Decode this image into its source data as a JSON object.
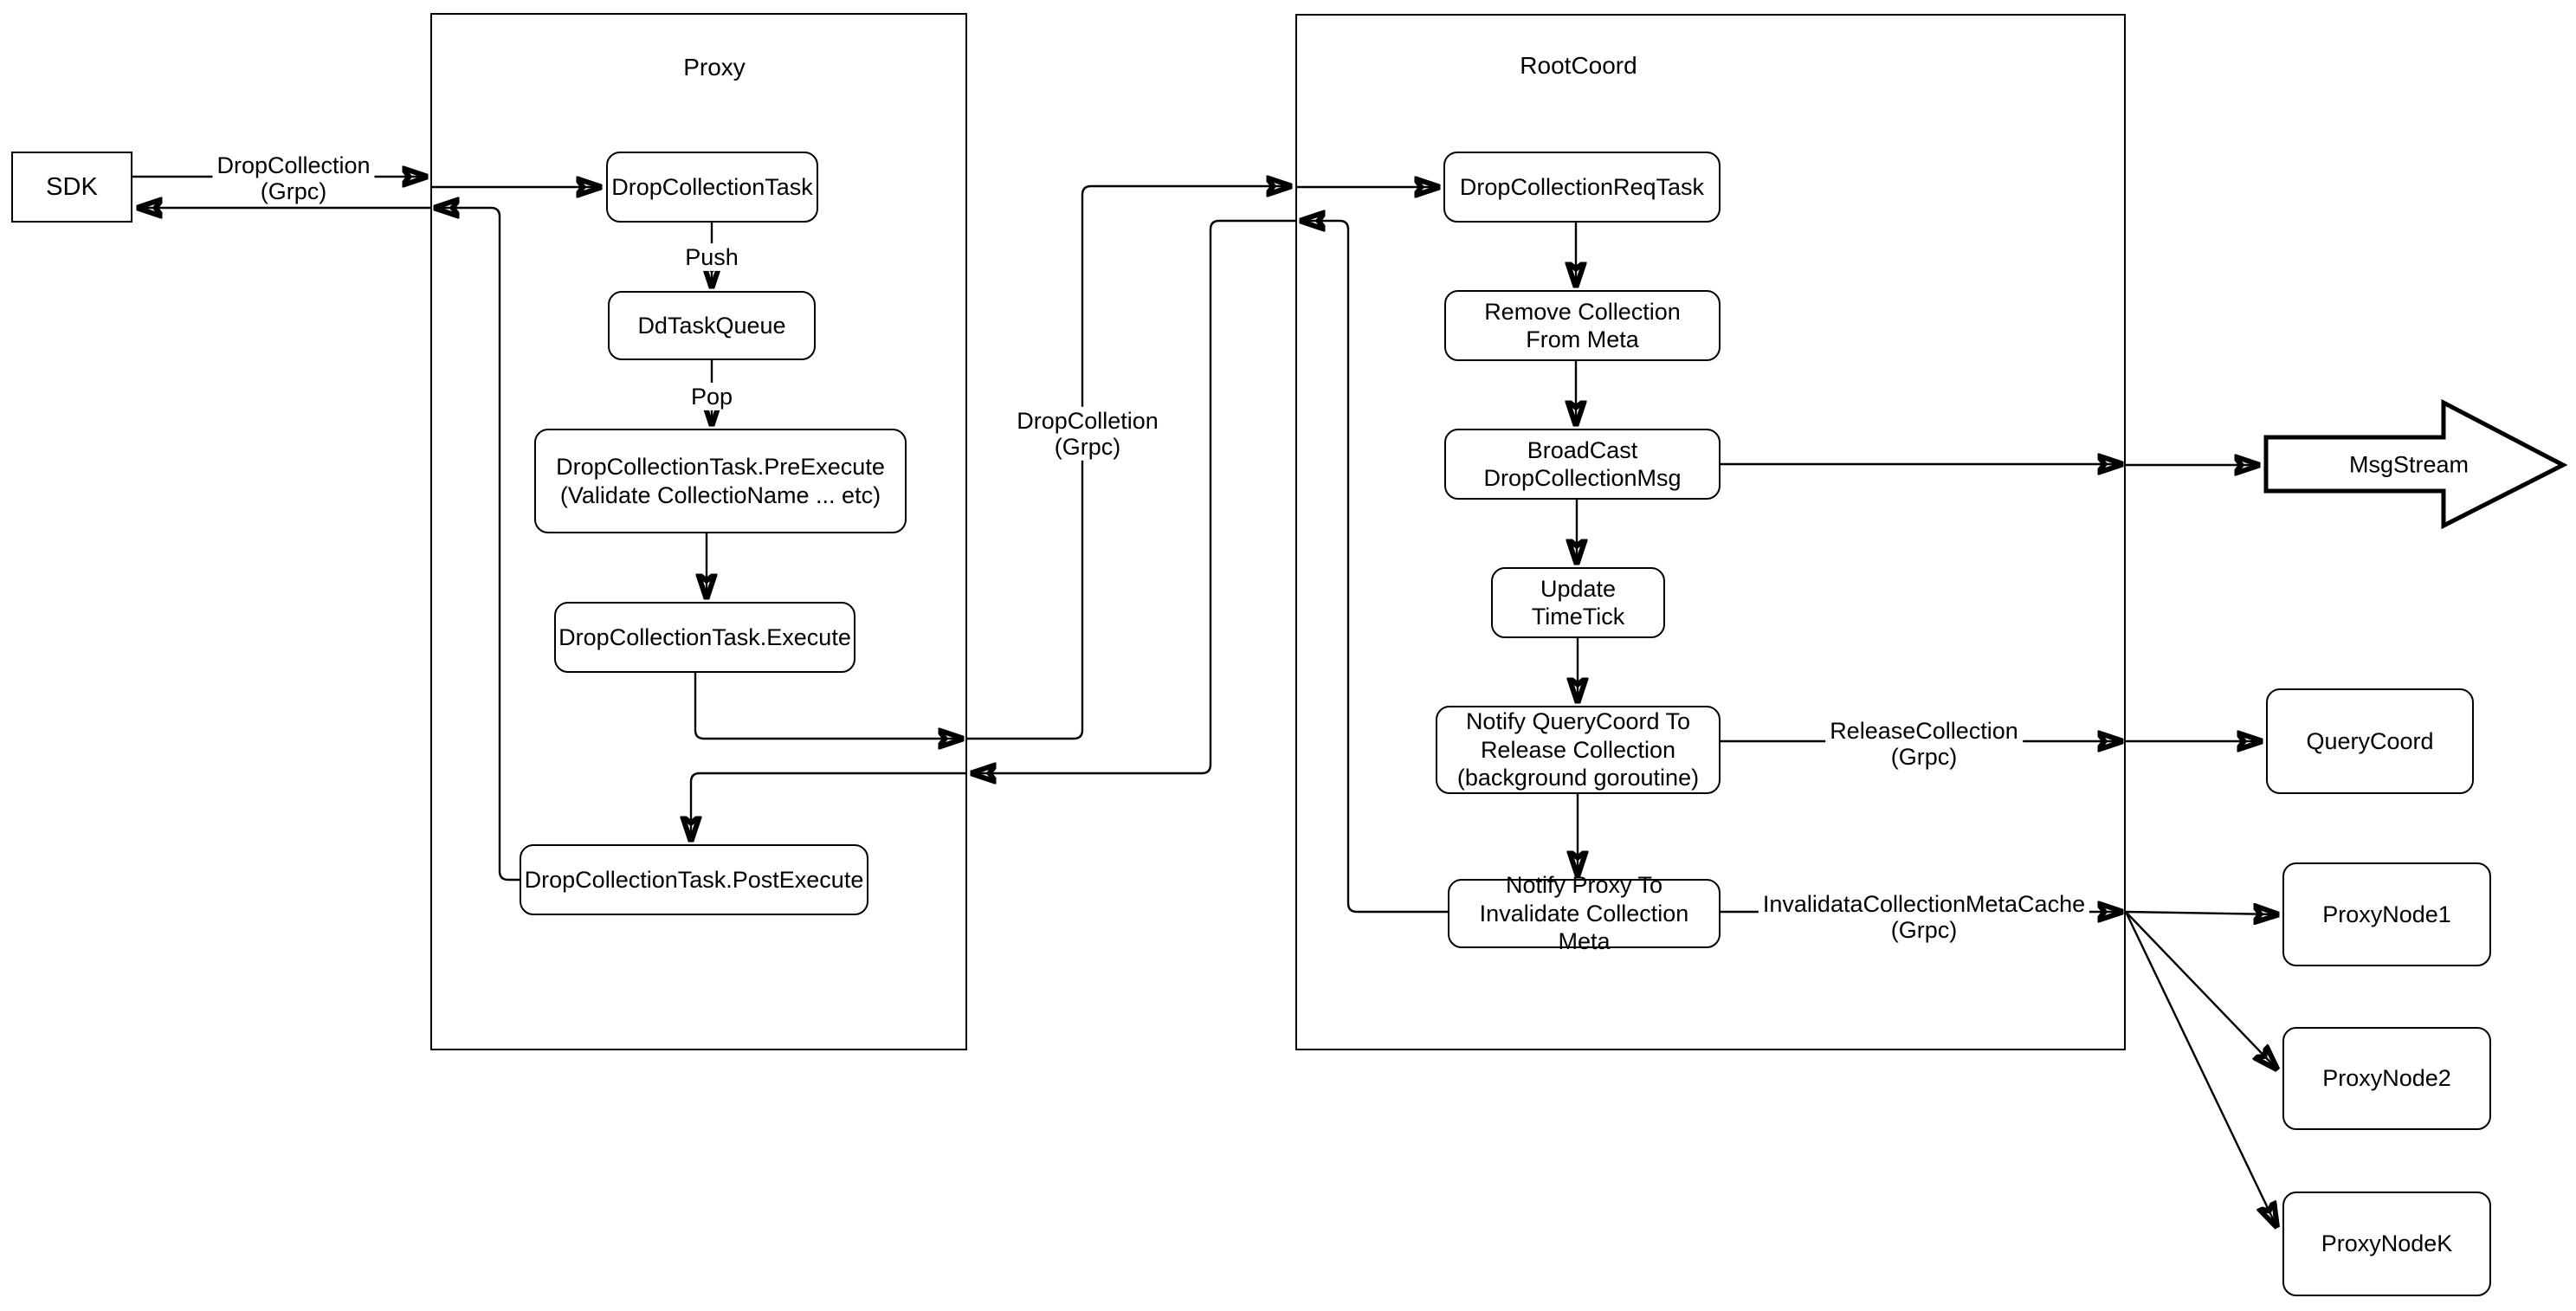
{
  "diagram": {
    "containers": {
      "proxy": {
        "title": "Proxy"
      },
      "rootcoord": {
        "title": "RootCoord"
      }
    },
    "nodes": {
      "sdk": {
        "label": "SDK"
      },
      "drop_collection_task": {
        "label": "DropCollectionTask"
      },
      "dd_task_queue": {
        "label": "DdTaskQueue"
      },
      "pre_execute": {
        "label": "DropCollectionTask.PreExecute\n(Validate CollectioName ... etc)"
      },
      "execute": {
        "label": "DropCollectionTask.Execute"
      },
      "post_execute": {
        "label": "DropCollectionTask.PostExecute"
      },
      "req_task": {
        "label": "DropCollectionReqTask"
      },
      "remove_meta": {
        "label": "Remove Collection\nFrom Meta"
      },
      "broadcast_msg": {
        "label": "BroadCast\nDropCollectionMsg"
      },
      "update_timetick": {
        "label": "Update TimeTick"
      },
      "notify_querycoord": {
        "label": "Notify QueryCoord To\nRelease Collection\n(background goroutine)"
      },
      "notify_proxy": {
        "label": "Notify Proxy To\nInvalidate Collection Meta"
      },
      "msgstream": {
        "label": "MsgStream"
      },
      "querycoord": {
        "label": "QueryCoord"
      },
      "proxynode1": {
        "label": "ProxyNode1"
      },
      "proxynode2": {
        "label": "ProxyNode2"
      },
      "proxynodek": {
        "label": "ProxyNodeK"
      }
    },
    "edge_labels": {
      "sdk_to_proxy": "DropCollection\n(Grpc)",
      "push": "Push",
      "pop": "Pop",
      "proxy_to_rootcoord": "DropColletion\n(Grpc)",
      "release_collection": "ReleaseCollection\n(Grpc)",
      "invalidate_cache": "InvalidataCollectionMetaCache\n(Grpc)"
    },
    "colors": {
      "stroke": "#000000",
      "node_fill": "#ffffff",
      "background": "#ffffff"
    }
  }
}
